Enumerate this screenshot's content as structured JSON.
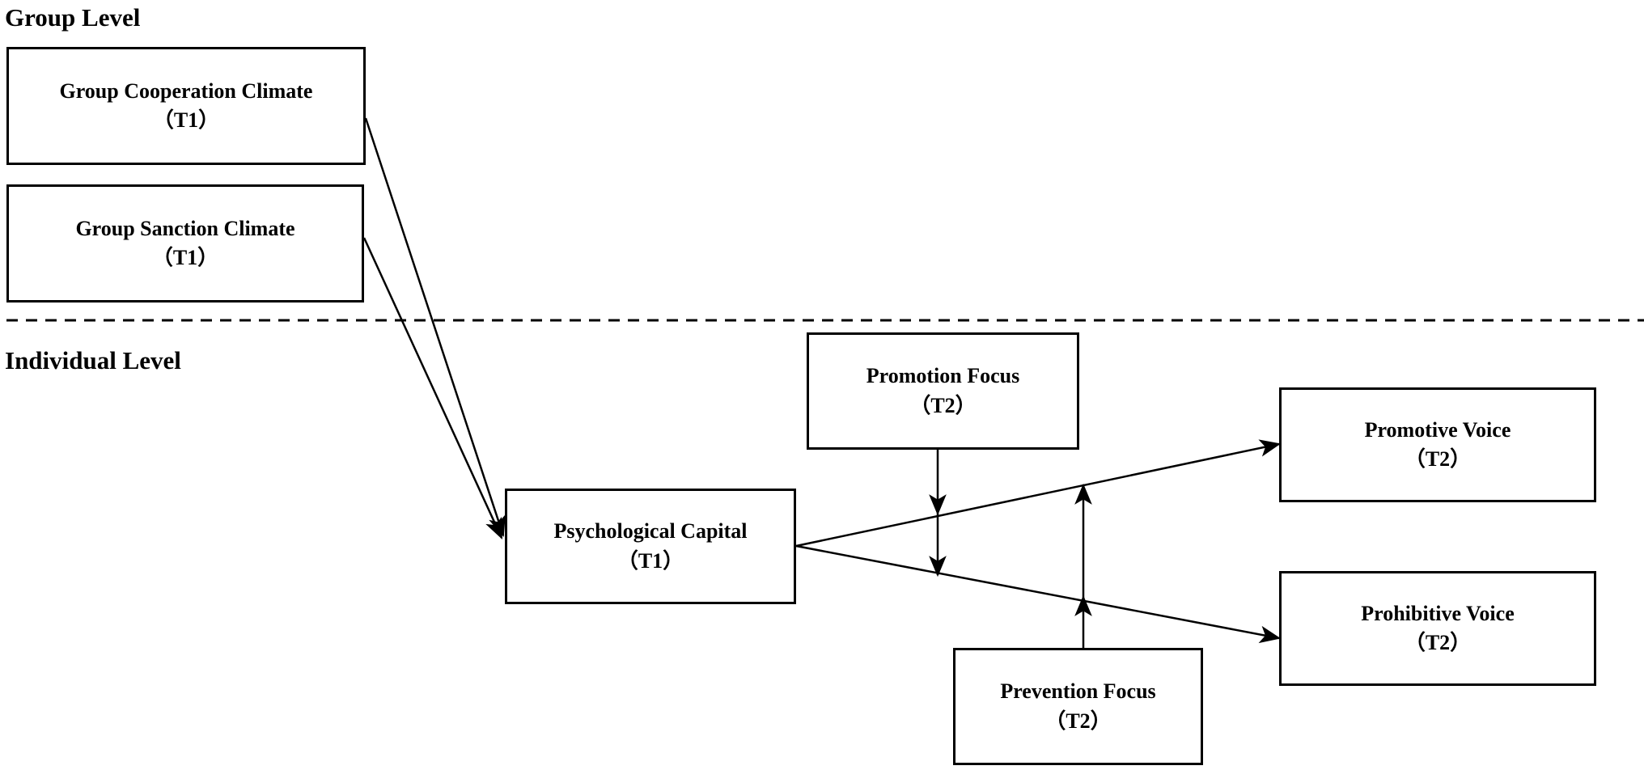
{
  "levels": {
    "group": "Group Level",
    "individual": "Individual Level"
  },
  "boxes": {
    "group_cooperation_climate": {
      "name": "Group Cooperation Climate",
      "time": "（T1）"
    },
    "group_sanction_climate": {
      "name": "Group Sanction Climate",
      "time": "（T1）"
    },
    "psychological_capital": {
      "name": "Psychological Capital",
      "time": "（T1）"
    },
    "promotion_focus": {
      "name": "Promotion Focus",
      "time": "（T2）"
    },
    "prevention_focus": {
      "name": "Prevention Focus",
      "time": "（T2）"
    },
    "promotive_voice": {
      "name": "Promotive Voice",
      "time": "（T2）"
    },
    "prohibitive_voice": {
      "name": "Prohibitive Voice",
      "time": "（T2）"
    }
  },
  "colors": {
    "stroke": "#000000",
    "background": "#ffffff"
  }
}
